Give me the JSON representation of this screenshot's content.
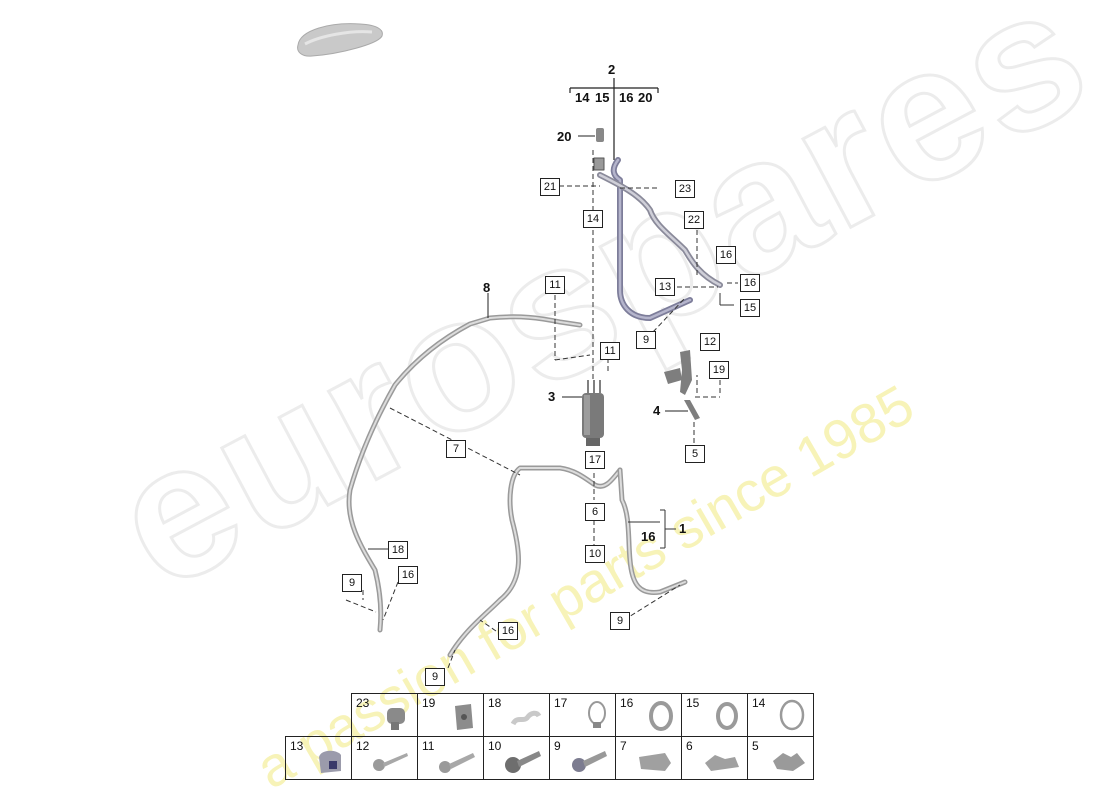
{
  "diagram": {
    "watermark": {
      "brand": "eurospares",
      "tagline": "a passion for parts since 1985"
    },
    "group_label": {
      "main": "2",
      "subparts": [
        "14",
        "15",
        "16",
        "20"
      ]
    },
    "bold_labels": {
      "l1": "1",
      "l3": "3",
      "l4": "4",
      "l8": "8",
      "l20": "20",
      "l16_bracket": "16"
    },
    "callouts": {
      "c21": "21",
      "c23": "23",
      "c14": "14",
      "c22": "22",
      "c16a": "16",
      "c16b": "16",
      "c13": "13",
      "c15": "15",
      "c11a": "11",
      "c11b": "11",
      "c9a": "9",
      "c12": "12",
      "c19": "19",
      "c5": "5",
      "c7": "7",
      "c17": "17",
      "c6": "6",
      "c10": "10",
      "c18": "18",
      "c9b": "9",
      "c16c": "16",
      "c9c": "9",
      "c16d": "16",
      "c9d": "9"
    },
    "parts_table": {
      "row1": [
        "23",
        "19",
        "18",
        "17",
        "16",
        "15",
        "14"
      ],
      "row2": [
        "13",
        "12",
        "11",
        "10",
        "9",
        "7",
        "6",
        "5"
      ]
    }
  }
}
